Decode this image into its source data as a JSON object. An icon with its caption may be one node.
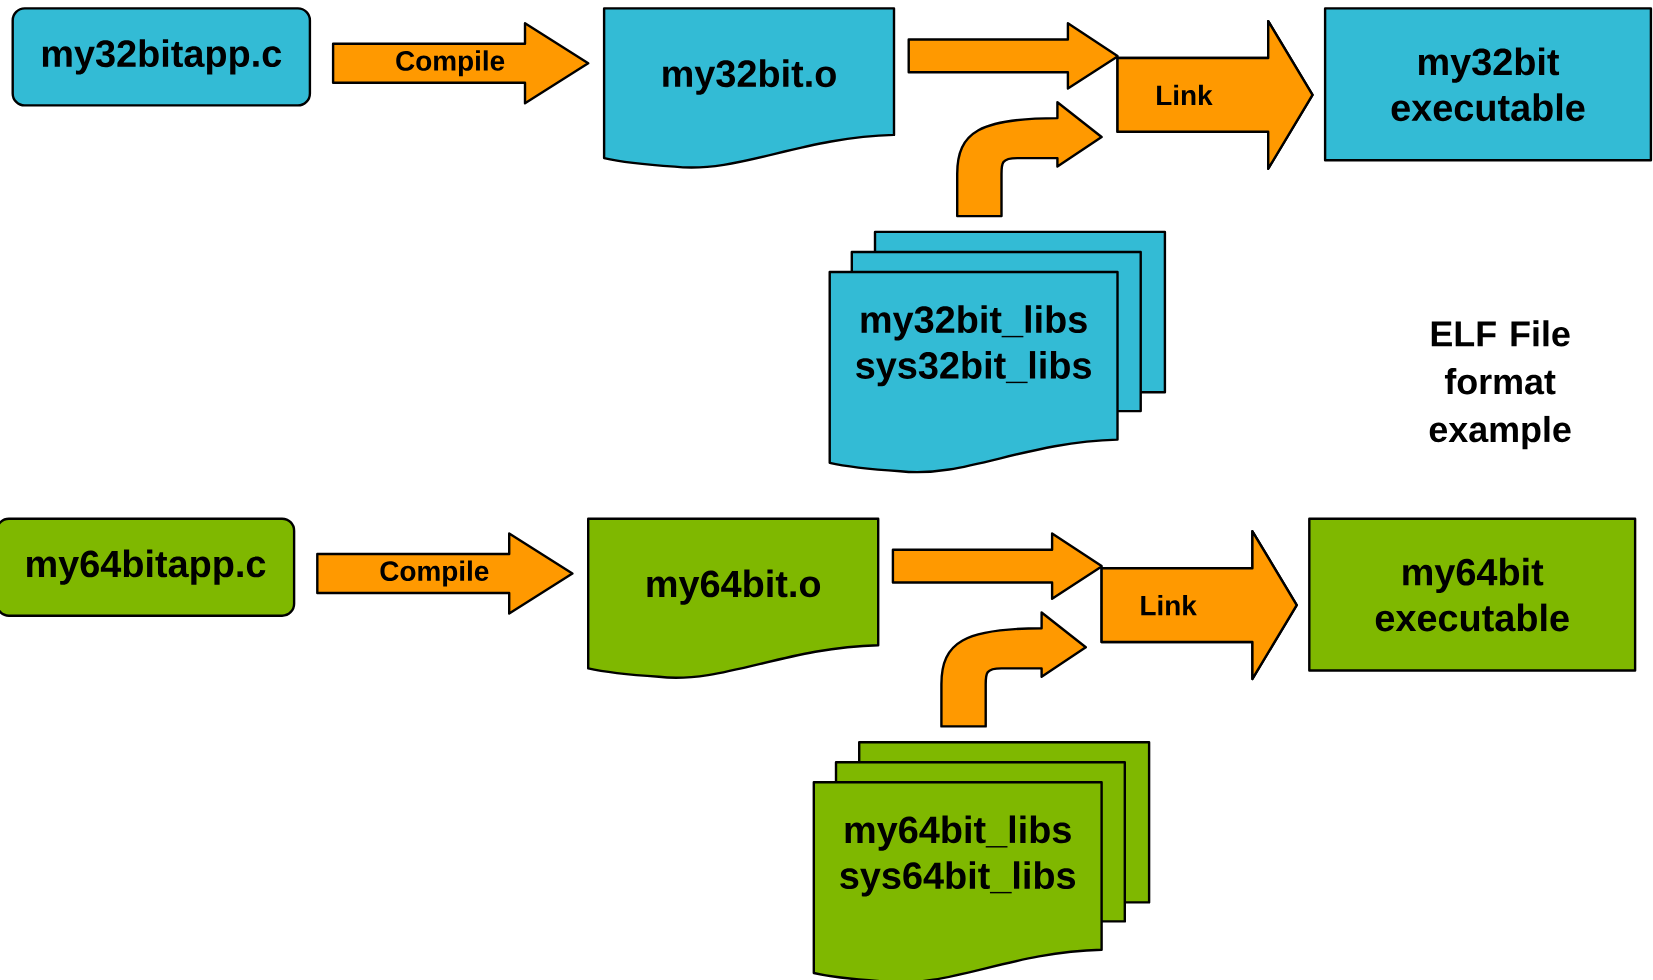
{
  "diagram": {
    "nodes": [
      {
        "text": [
          "my32bitapp.c"
        ]
      },
      {
        "text": [
          "my32bit.o"
        ]
      },
      {
        "text": [
          "my32bit executable"
        ]
      },
      {
        "text": [
          "my32bit_libs",
          "sys32bit_libs"
        ]
      },
      {
        "text": [
          "my64bitapp.c"
        ]
      },
      {
        "text": [
          "my64bit.o"
        ]
      },
      {
        "text": [
          "my64bit executable"
        ]
      },
      {
        "text": [
          "my64bit_libs",
          "sys64bit_libs"
        ]
      }
    ],
    "edges": [
      {
        "from": 0,
        "to": 1,
        "arrow": "to",
        "label": "Compile"
      },
      {
        "from": 1,
        "to": 2,
        "arrow": "to"
      },
      {
        "from": 3,
        "to": 2,
        "arrow": "to"
      },
      {
        "from": 4,
        "to": 5,
        "arrow": "to",
        "label": "Compile"
      },
      {
        "from": 5,
        "to": 6,
        "arrow": "to"
      },
      {
        "from": 7,
        "to": 6,
        "arrow": "to"
      }
    ],
    "labels": [
      "Link",
      "ELF File format example",
      "Link"
    ]
  }
}
